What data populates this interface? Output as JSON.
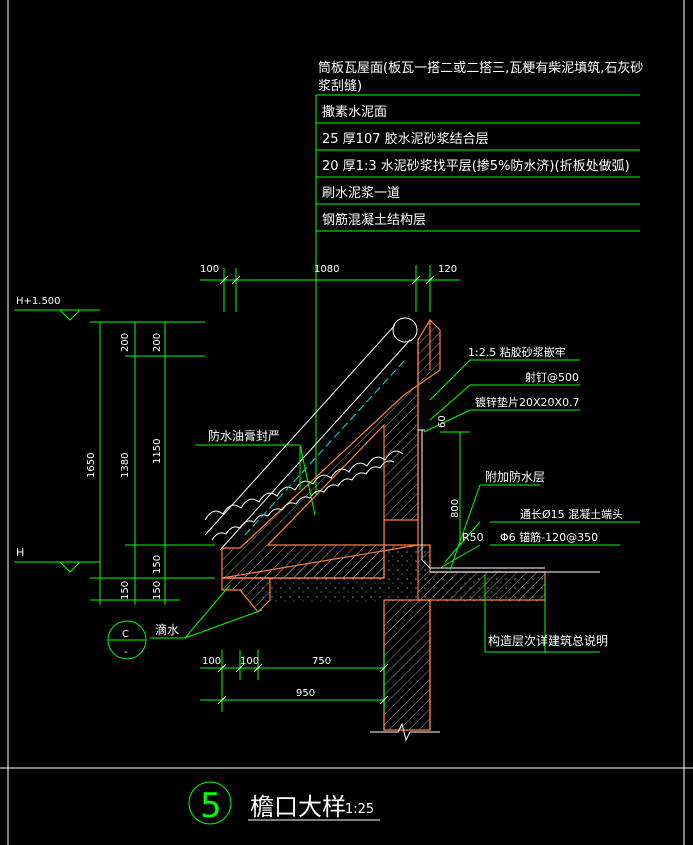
{
  "notes": {
    "line1a": "筒板瓦屋面(板瓦一搭二或二搭三,瓦梗有柴泥填筑,石灰砂",
    "line1b": "浆刮缝)",
    "line2": "撒素水泥面",
    "line3": "25  厚107  胶水泥砂浆结合层",
    "line4": "20  厚1:3 水泥砂浆找平层(掺5%防水济)(折板处做弧)",
    "line5": "刷水泥浆一道",
    "line6": "钢筋混凝土结构层"
  },
  "top_dims": {
    "d1": "100",
    "d2": "1080",
    "d3": "120"
  },
  "elev": {
    "h1500": "H+1.500",
    "h": "H"
  },
  "left_dims": {
    "a200": "200",
    "b200": "200",
    "total": "1650",
    "mid1380": "1380",
    "mid1150": "1150",
    "a150": "150",
    "b150": "150",
    "c150": "150"
  },
  "labels": {
    "mortar": "1:2.5    粘胶砂浆嵌牢",
    "nail": "射钉@500",
    "washer": "镀锌垫片20X20X0.7",
    "sixty": "60",
    "sealant": "防水油膏封严",
    "extra_wp": "附加防水层",
    "eight": "800",
    "longbar": "通长Ø15  混凝土端头",
    "r50": "R50",
    "anchor": "Φ6  锚筋-120@350",
    "build": "构造层次详建筑总说明",
    "drip": "滴水",
    "circle_c": "C",
    "circle_dash": "-"
  },
  "bottom_dims": {
    "b100a": "100",
    "b100b": "100",
    "b750": "750",
    "b950": "950"
  },
  "title": {
    "number": "5",
    "text": "檐口大样",
    "scale": "1:25"
  }
}
